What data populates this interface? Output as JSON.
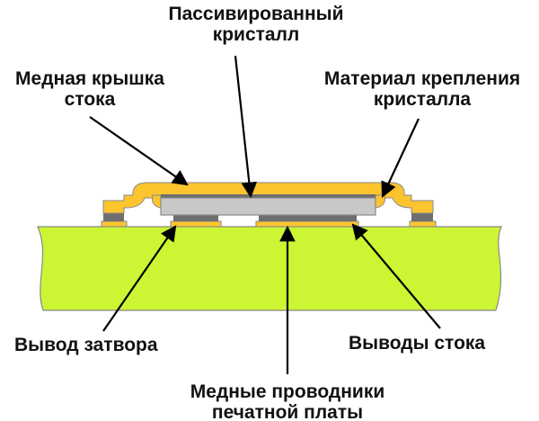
{
  "labels": {
    "passivated_die": [
      "Пассивированный",
      "кристалл"
    ],
    "copper_clip": [
      "Медная крышка",
      "стока"
    ],
    "die_attach": [
      "Материал крепления",
      "кристалла"
    ],
    "gate_terminal": "Вывод затвора",
    "drain_terminals": "Выводы стока",
    "pcb_traces": [
      "Медные проводники",
      "печатной платы"
    ]
  },
  "colors": {
    "pcb": "#ccf533",
    "copper": "#fcc52f",
    "die": "#c8c8c8",
    "solder": "#6e6e6e",
    "outline": "#888888"
  }
}
